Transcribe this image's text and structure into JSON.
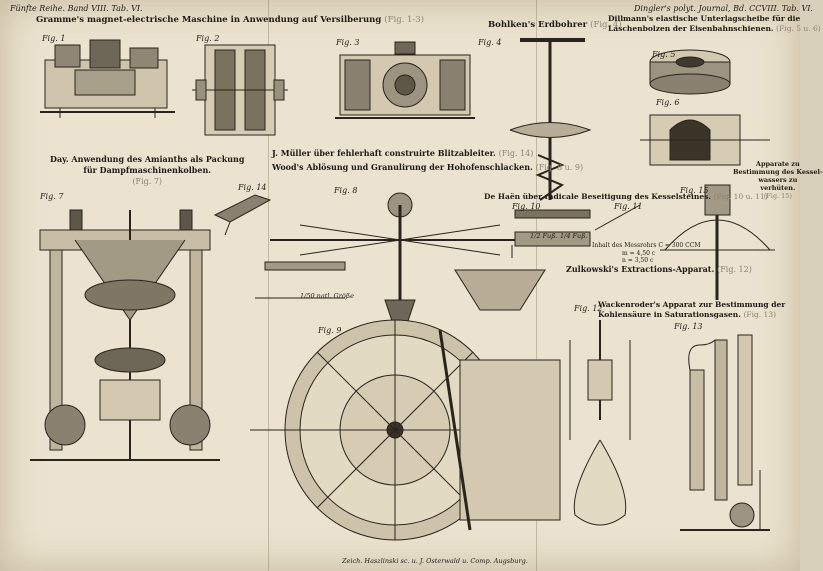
{
  "header": {
    "left": "Fünfte Reihe. Band VIII. Tab. VI.",
    "right": "Dingler's polyt. Journal, Bd. CCVIII. Tab. VI."
  },
  "captions": {
    "gramme": {
      "text": "Gramme's magnet-electrische Maschine in Anwendung auf Versilberung",
      "ref": "(Fig. 1-3)"
    },
    "bohlken": {
      "text": "Bohlken's Erdbohrer",
      "ref": "(Fig. 4)"
    },
    "dillmann": {
      "line1": "Dillmann's elastische Unterlagscheibe für die",
      "line2": "Laschenbolzen der Eisenbahnschienen.",
      "ref": "(Fig. 5 u. 6)"
    },
    "day": {
      "line1": "Day. Anwendung des Amianths als Packung",
      "line2": "für Dampfmaschinenkolben.",
      "ref": "(Fig. 7)"
    },
    "muller": {
      "text": "J. Müller über fehlerhaft construirte Blitzableiter.",
      "ref": "(Fig. 14)"
    },
    "wood": {
      "text": "Wood's Ablösung und Granulirung der Hohofenschlacken.",
      "ref": "(Fig. 8 u. 9)"
    },
    "haen": {
      "text": "De Haën über radicale Beseitigung des Kesselsteines.",
      "ref": "(Fig. 10 u. 11)"
    },
    "apparat": {
      "line1": "Apparate zu",
      "line2": "Bestimmung des Kessel-",
      "line3": "wassers zu",
      "line4": "verhüten.",
      "ref": "(Fig. 15)"
    },
    "zulkowski": {
      "text": "Zulkowski's Extractions-Apparat.",
      "ref": "(Fig. 12)"
    },
    "wackenroder": {
      "line1": "Wackenroder's Apparat zur Bestimmung der",
      "line2": "Kohlensäure in Saturationsgasen.",
      "ref": "(Fig. 13)"
    }
  },
  "figures": {
    "f1": "Fig. 1",
    "f2": "Fig. 2",
    "f3": "Fig. 3",
    "f4": "Fig. 4",
    "f5": "Fig. 5",
    "f6": "Fig. 6",
    "f7": "Fig. 7",
    "f8": "Fig. 8",
    "f9": "Fig. 9",
    "f10": "Fig. 10",
    "f11": "Fig. 11",
    "f12": "Fig. 12",
    "f13": "Fig. 13",
    "f14": "Fig. 14",
    "f15": "Fig. 15"
  },
  "annotations": {
    "scale": "1/50 natl. Größe",
    "fuss1": "1/2 Fuß.",
    "fuss2": "1/4 Fuß.",
    "measure1": "Inhalt des Messrohrs C = 300 CCM",
    "measure2": "m = 4,50 c",
    "measure3": "n = 3,50 c"
  },
  "footer": "Zeich. Haszlinski sc. u. J. Osterwald u. Comp. Augsburg."
}
